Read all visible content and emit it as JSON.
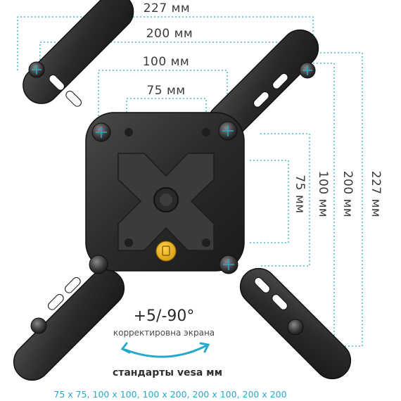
{
  "dimensions": {
    "horizontal": [
      "227 мм",
      "200 мм",
      "100 мм",
      "75 мм"
    ],
    "vertical": [
      "75 мм",
      "100 мм",
      "200 мм",
      "227 мм"
    ]
  },
  "tilt": {
    "angle": "+5/-90°",
    "caption": "корректировна экрана"
  },
  "standards": {
    "title": "стандарты vesa мм",
    "list": "75 x 75, 100 x 100, 100 x 200, 200 x 100, 200 x 200"
  },
  "colors": {
    "accent": "#29a9c9",
    "bracket": "#2b2b2b",
    "knob": "#f0b41c"
  }
}
